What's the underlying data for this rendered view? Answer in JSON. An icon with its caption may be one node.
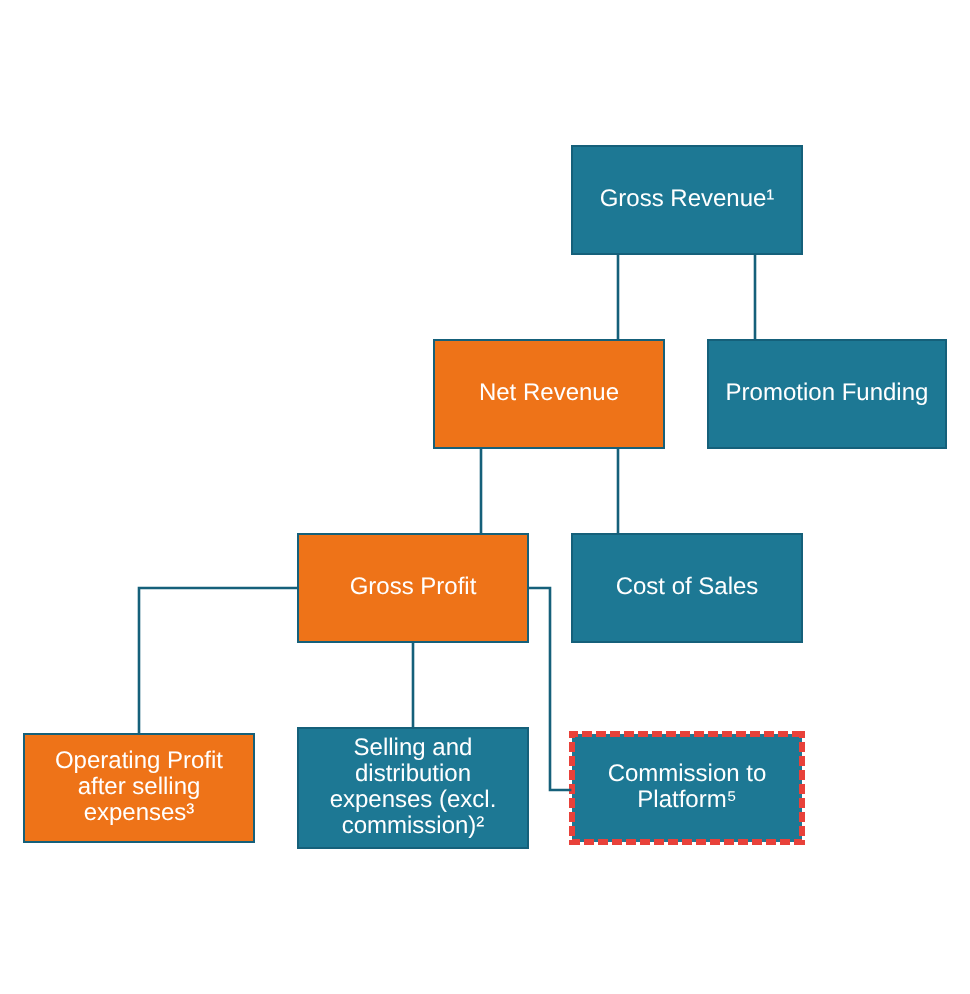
{
  "diagram": {
    "nodes": [
      {
        "text": [
          "Gross Revenue¹"
        ]
      },
      {
        "text": [
          "Net Revenue"
        ]
      },
      {
        "text": [
          "Promotion Funding"
        ]
      },
      {
        "text": [
          "Gross Profit"
        ]
      },
      {
        "text": [
          "Cost of Sales"
        ]
      },
      {
        "text": [
          "Operating Profit after selling expenses³"
        ]
      },
      {
        "text": [
          "Selling and distribution expenses (excl. commission)²"
        ]
      },
      {
        "text": [
          "Commission to Platform⁵"
        ]
      }
    ],
    "edges": [
      {
        "from": 0,
        "to": 1,
        "arrow": "none"
      },
      {
        "from": 0,
        "to": 2,
        "arrow": "none"
      },
      {
        "from": 1,
        "to": 3,
        "arrow": "none"
      },
      {
        "from": 1,
        "to": 4,
        "arrow": "none"
      },
      {
        "from": 3,
        "to": 5,
        "arrow": "none"
      },
      {
        "from": 3,
        "to": 6,
        "arrow": "none"
      },
      {
        "from": 3,
        "to": 7,
        "arrow": "none"
      }
    ]
  }
}
